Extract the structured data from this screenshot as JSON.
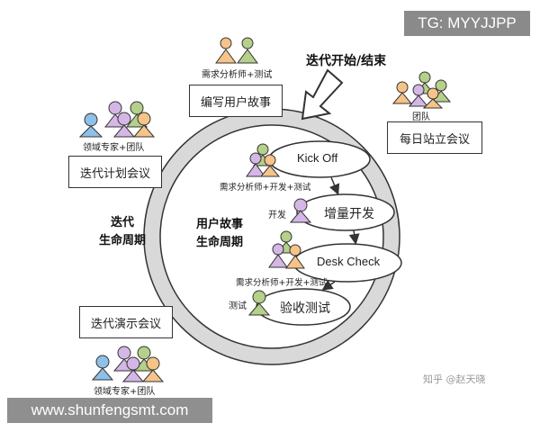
{
  "watermark_top": "TG: MYYJJPP",
  "watermark_bottom": "www.shunfengsmt.com",
  "corner_watermark": "知乎 @赵天晓",
  "outer_cycle": {
    "title": "迭代开始/结束",
    "center_label_line1": "迭代",
    "center_label_line2": "生命周期",
    "boxes": {
      "story_writing": "编写用户故事",
      "daily_standup": "每日站立会议",
      "iteration_planning": "迭代计划会议",
      "iteration_demo": "迭代演示会议"
    },
    "roles": {
      "story_writing": "需求分析师+测试",
      "daily_standup": "团队",
      "iteration_planning": "领域专家+团队",
      "iteration_demo": "领域专家+团队"
    }
  },
  "inner_cycle": {
    "label_line1": "用户故事",
    "label_line2": "生命周期",
    "steps": [
      "Kick Off",
      "增量开发",
      "Desk Check",
      "验收测试"
    ],
    "roles": {
      "kickoff": "需求分析师+开发+测试",
      "dev": "开发",
      "deskcheck": "需求分析师+开发+测试",
      "test": "测试"
    }
  },
  "colors": {
    "orange": "#f6c389",
    "green": "#b5d08a",
    "purple": "#d4b7e6",
    "blue": "#8ec0e8",
    "ring": "#d9d9d9"
  }
}
